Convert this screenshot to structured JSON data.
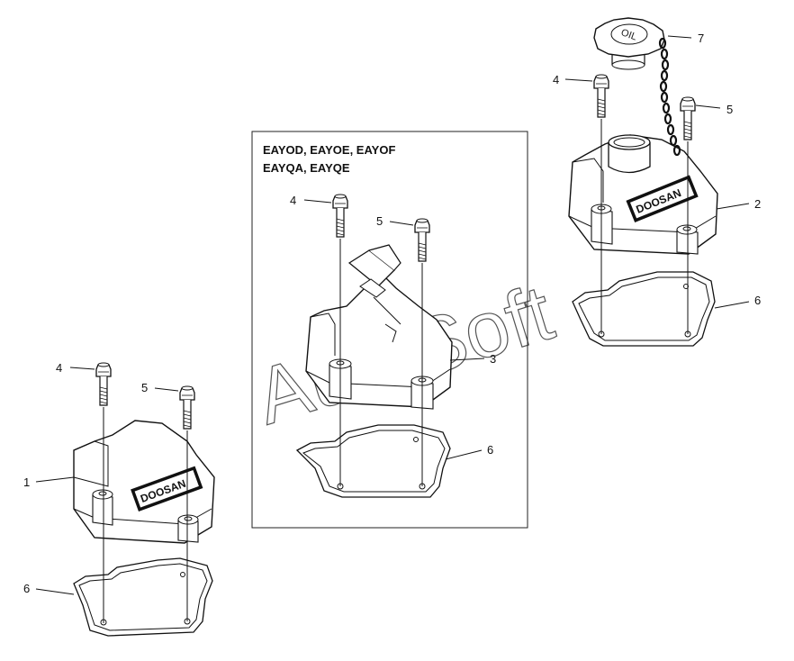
{
  "variant_box": {
    "title_line1": "EAYOD, EAYOE, EAYOF",
    "title_line2": "EAYQA, EAYQE"
  },
  "callouts": {
    "left_cover": "1",
    "right_cover": "2",
    "mid_cover": "3",
    "bolt_long": "4",
    "bolt_short": "5",
    "gasket": "6",
    "oil_cap": "7"
  },
  "labels": {
    "brand": "DOOSAN",
    "oil_cap_text": "OIL"
  },
  "watermark": "AutoSoft"
}
